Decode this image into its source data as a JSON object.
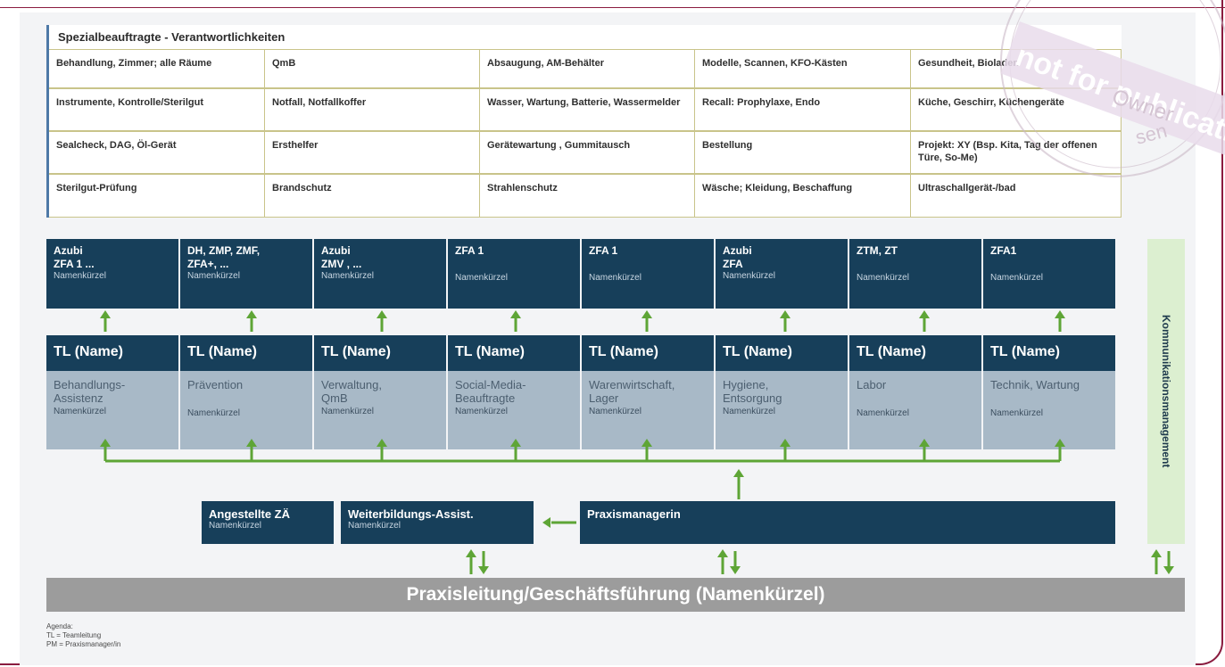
{
  "table": {
    "title": "Spezialbeauftragte - Verantwortlichkeiten",
    "rows": [
      [
        "Behandlung, Zimmer; alle Räume",
        "QmB",
        "Absaugung, AM-Behälter",
        "Modelle, Scannen, KFO-Kästen",
        "Gesundheit, Bioladen"
      ],
      [
        "Instrumente, Kontrolle/Sterilgut",
        "Notfall, Notfallkoffer",
        "Wasser, Wartung, Batterie, Wassermelder",
        "Recall: Prophylaxe, Endo",
        "Küche, Geschirr, Küchengeräte"
      ],
      [
        "Sealcheck, DAG, Öl-Gerät",
        "Ersthelfer",
        "Gerätewartung , Gummitausch",
        "Bestellung",
        "Projekt: XY (Bsp. Kita, Tag der offenen Türe, So-Me)"
      ],
      [
        "Sterilgut-Prüfung",
        "Brandschutz",
        "Strahlenschutz",
        "Wäsche; Kleidung, Beschaffung",
        "Ultraschallgerät-/bad"
      ]
    ]
  },
  "staff": [
    {
      "title": "Azubi\nZFA 1 ...",
      "name": "Namenkürzel"
    },
    {
      "title": "DH, ZMP, ZMF,\nZFA+, ...",
      "name": "Namenkürzel"
    },
    {
      "title": "Azubi\nZMV , ...",
      "name": "Namenkürzel"
    },
    {
      "title": "ZFA 1",
      "name": "Namenkürzel"
    },
    {
      "title": "ZFA 1",
      "name": "Namenkürzel"
    },
    {
      "title": "Azubi\nZFA",
      "name": "Namenkürzel"
    },
    {
      "title": "ZTM, ZT",
      "name": "Namenkürzel"
    },
    {
      "title": "ZFA1",
      "name": "Namenkürzel"
    }
  ],
  "tl_label": "TL (Name)",
  "departments": [
    {
      "name": "Behandlungs-\nAssistenz",
      "short": "Namenkürzel"
    },
    {
      "name": "Prävention",
      "short": "Namenkürzel"
    },
    {
      "name": "Verwaltung,\nQmB",
      "short": "Namenkürzel"
    },
    {
      "name": "Social-Media-\nBeauftragte",
      "short": "Namenkürzel"
    },
    {
      "name": "Warenwirtschaft,\nLager",
      "short": "Namenkürzel"
    },
    {
      "name": "Hygiene,\nEntsorgung",
      "short": "Namenkürzel"
    },
    {
      "name": "Labor",
      "short": "Namenkürzel"
    },
    {
      "name": "Technik, Wartung",
      "short": "Namenkürzel"
    }
  ],
  "angestellte": {
    "title": "Angestellte ZÄ",
    "name": "Namenkürzel"
  },
  "weiterbildung": {
    "title": "Weiterbildungs-Assist.",
    "name": "Namenkürzel"
  },
  "praxismanagerin": {
    "title": "Praxismanagerin"
  },
  "kommunikation": "Kommunikationsmanagement",
  "leitung": "Praxisleitung/Geschäftsführung (Namenkürzel)",
  "legend": [
    "Agenda:",
    "TL = Teamleitung",
    "PM = Praxismanager/in"
  ],
  "stamp": {
    "line1": "not for publication",
    "line2": "Owner",
    "line3": "sen"
  },
  "colors": {
    "navy": "#173f5a",
    "dept": "#a8b9c7",
    "arrow": "#5ea536",
    "frame": "#8a1c3f",
    "kom": "#dcefd0",
    "leitung": "#9c9c9c"
  }
}
